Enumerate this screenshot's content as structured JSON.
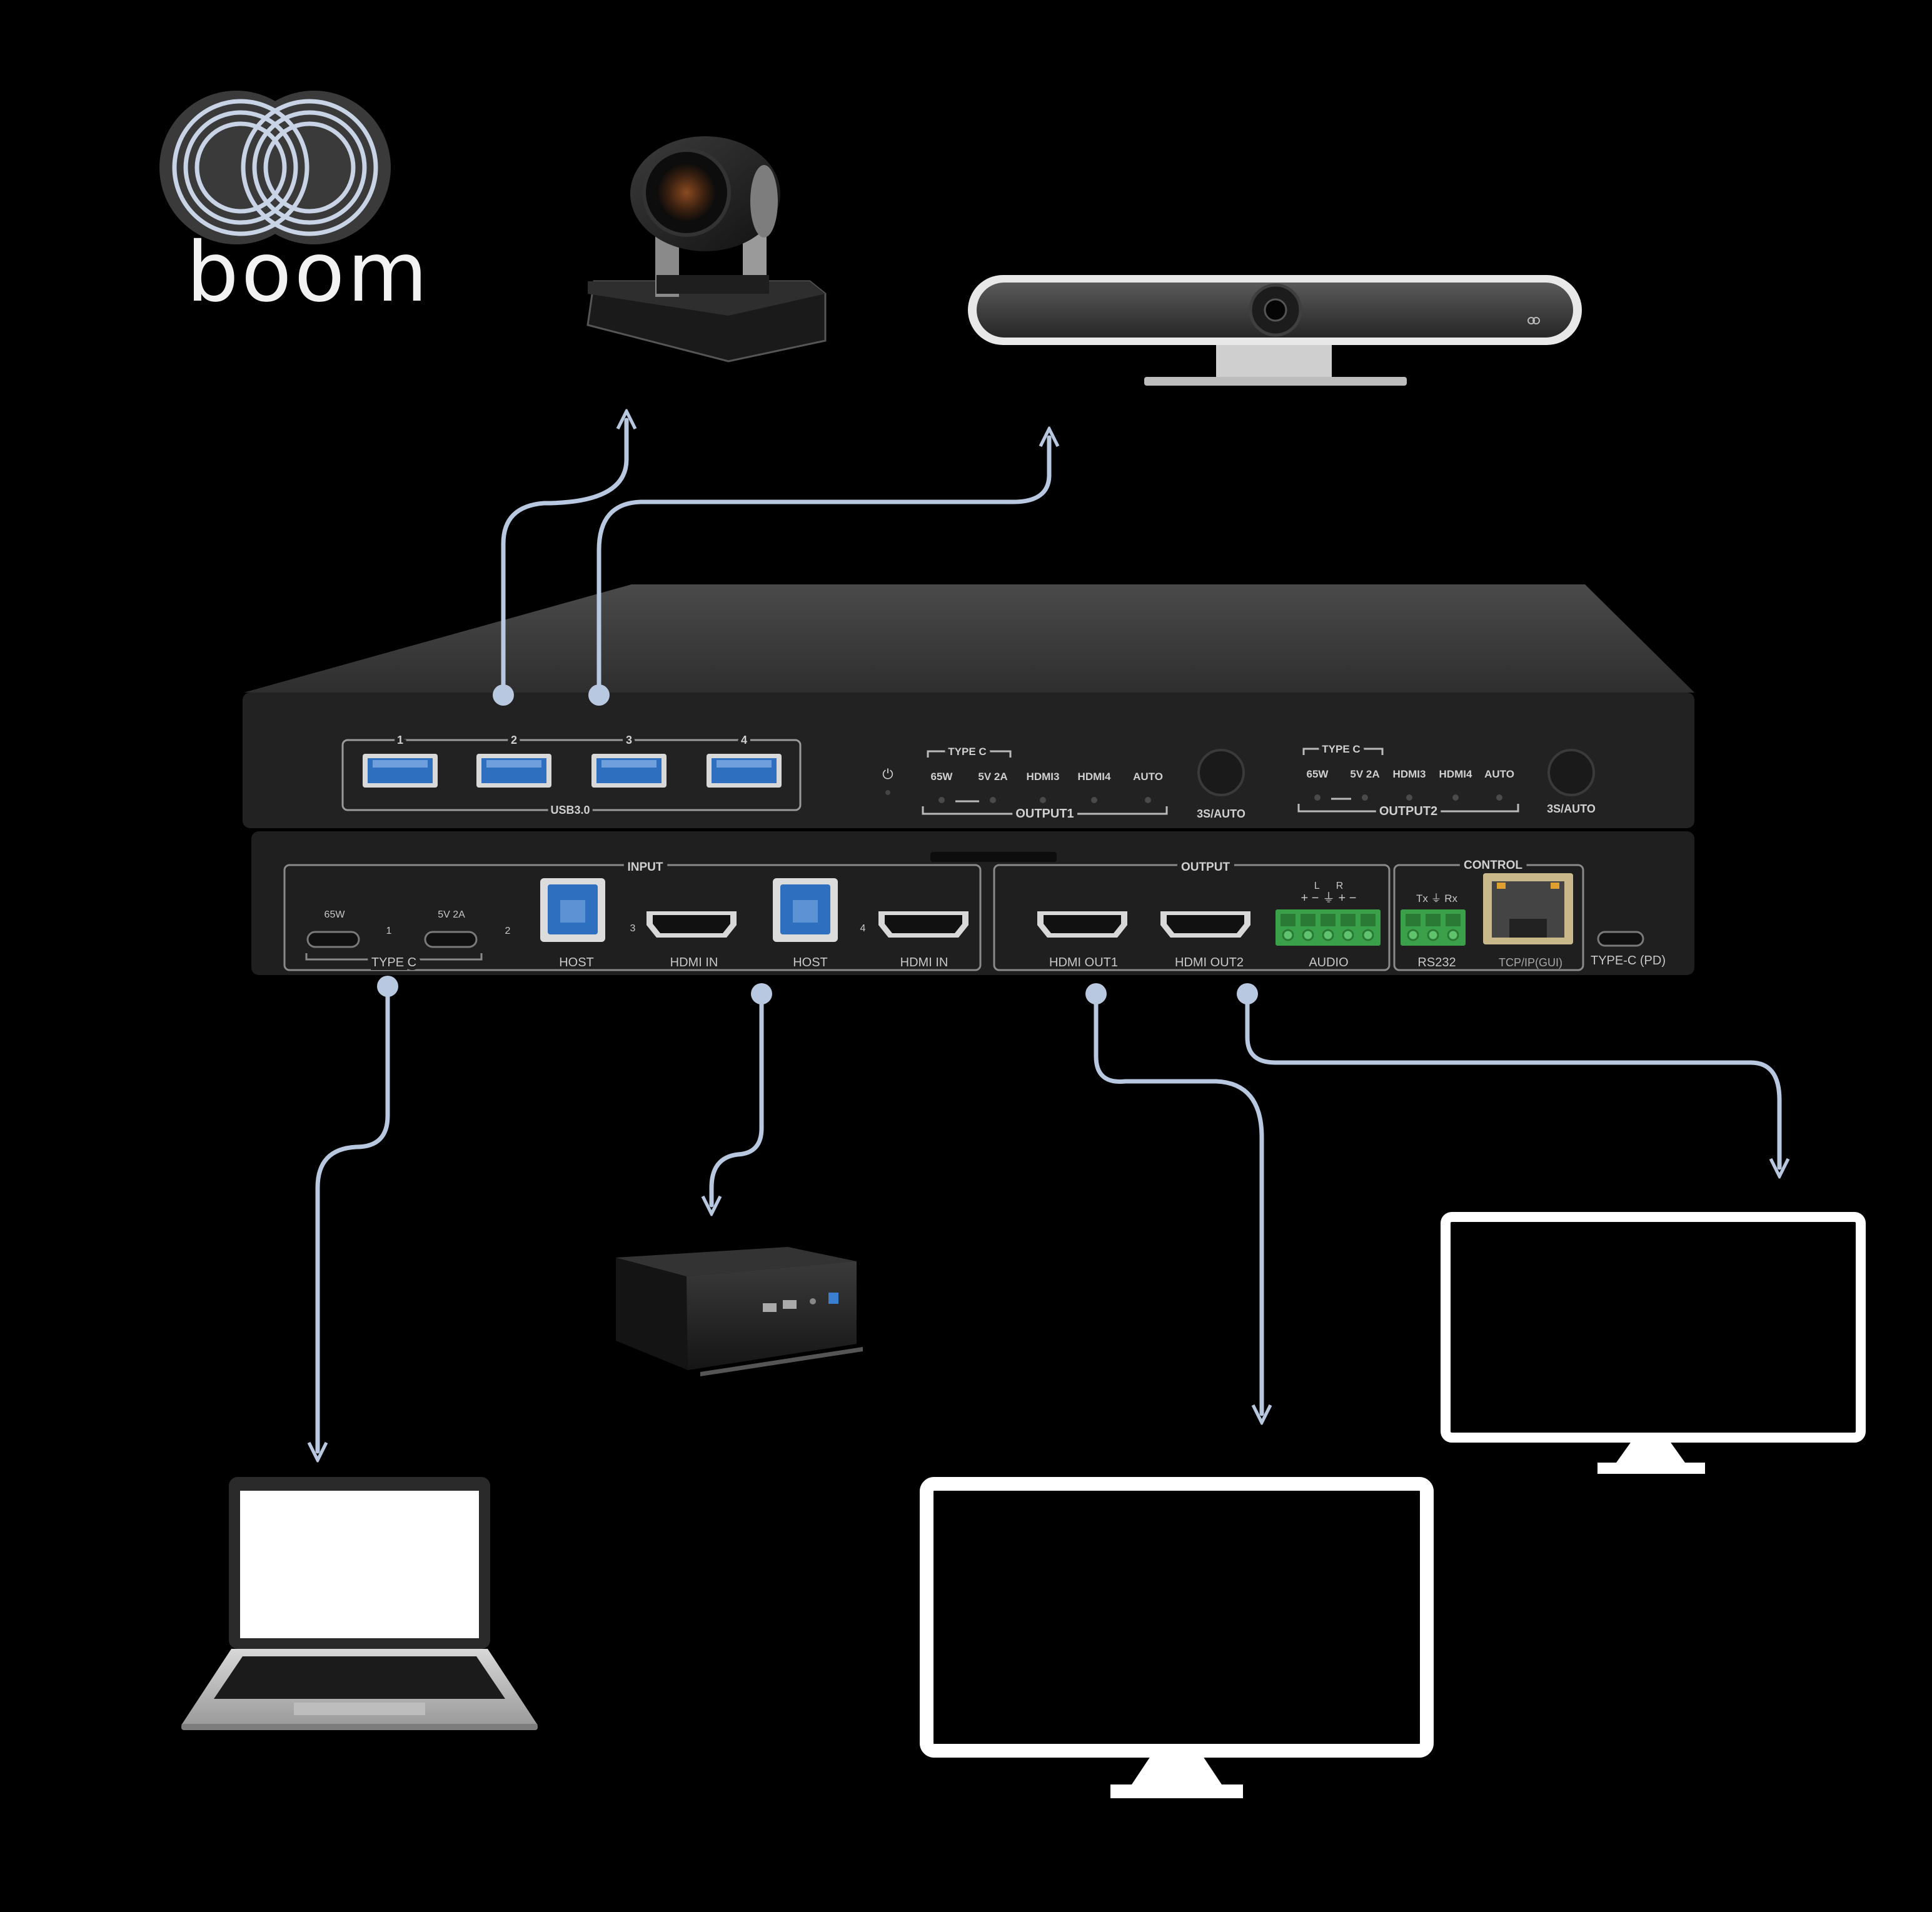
{
  "brand": {
    "name": "boom",
    "logo_icon": "interlocking-rings-logo",
    "logo_color": "#c9d3e6"
  },
  "colors": {
    "background": "#000000",
    "connector": "#b8c8e0",
    "device_body": "#262626",
    "device_top": "#3a3a3a",
    "usb_blue": "#2f6fc0",
    "terminal_green": "#3aa14a",
    "monitor_outline": "#ffffff"
  },
  "peripherals": {
    "ptz_camera": "ptz-camera-icon",
    "video_bar": "video-bar-icon",
    "mini_pc": "mini-pc-icon",
    "laptop": "laptop-icon",
    "monitor_1": "monitor-icon",
    "monitor_2": "monitor-icon"
  },
  "front_panel": {
    "usb_ports": [
      "1",
      "2",
      "3",
      "4"
    ],
    "usb_group_label": "USB3.0",
    "power_symbol": "⏻",
    "output1": {
      "type_c_label": "TYPE C",
      "leds": [
        "65W",
        "5V 2A",
        "HDMI3",
        "HDMI4",
        "AUTO"
      ],
      "group_label": "OUTPUT1",
      "button_label": "3S/AUTO"
    },
    "output2": {
      "type_c_label": "TYPE C",
      "leds": [
        "65W",
        "5V 2A",
        "HDMI3",
        "HDMI4",
        "AUTO"
      ],
      "group_label": "OUTPUT2",
      "button_label": "3S/AUTO"
    }
  },
  "rear_panel": {
    "input": {
      "section_label": "INPUT",
      "typec_watt": "65W",
      "typec_num1": "1",
      "typec_power": "5V 2A",
      "typec_num2": "2",
      "typec_label": "TYPE C",
      "num3": "3",
      "num4": "4",
      "host1": "HOST",
      "hdmi_in1": "HDMI IN",
      "host2": "HOST",
      "hdmi_in2": "HDMI IN"
    },
    "output": {
      "section_label": "OUTPUT",
      "hdmi_out1": "HDMI OUT1",
      "hdmi_out2": "HDMI OUT2",
      "audio_lr": "L      R",
      "audio_pins": "+ − ⏚ + −",
      "audio": "AUDIO"
    },
    "control": {
      "section_label": "CONTROL",
      "rs232_pins": "Tx  ⏚  Rx",
      "rs232": "RS232",
      "tcpip": "TCP/IP(GUI)",
      "typec_pd": "TYPE-C (PD)"
    }
  }
}
